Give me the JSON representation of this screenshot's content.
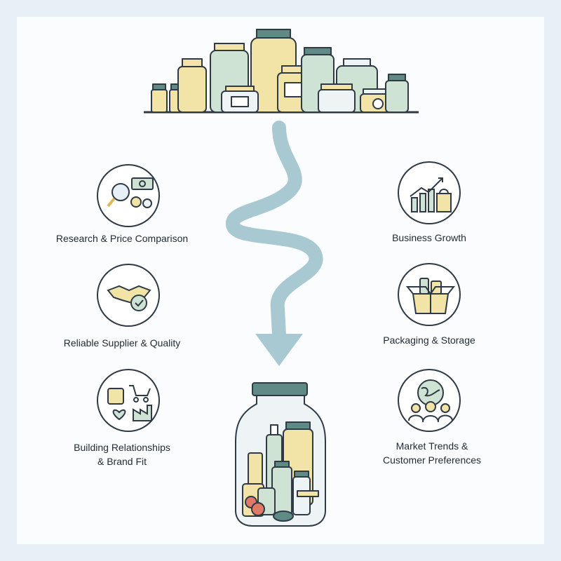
{
  "diagram": {
    "left_items": [
      {
        "label": "Research & Price Comparison",
        "icon": "magnifier-money-gears-icon"
      },
      {
        "label": "Reliable Supplier & Quality",
        "icon": "handshake-checkmark-icon"
      },
      {
        "label_line1": "Building Relationships",
        "label_line2": "& Brand Fit",
        "icon": "puzzle-cart-factory-icon"
      }
    ],
    "right_items": [
      {
        "label": "Business Growth",
        "icon": "growth-chart-bag-icon"
      },
      {
        "label": "Packaging & Storage",
        "icon": "open-box-jars-icon"
      },
      {
        "label_line1": "Market Trends &",
        "label_line2": "Customer Preferences",
        "icon": "globe-customers-icon"
      }
    ],
    "colors": {
      "accent_teal": "#a8c8d2",
      "lid_teal": "#5f8a86",
      "jar_yellow": "#f2e3a6",
      "jar_green": "#cfe3d5",
      "outline": "#2f3a44",
      "background": "#e6f0f6"
    }
  }
}
